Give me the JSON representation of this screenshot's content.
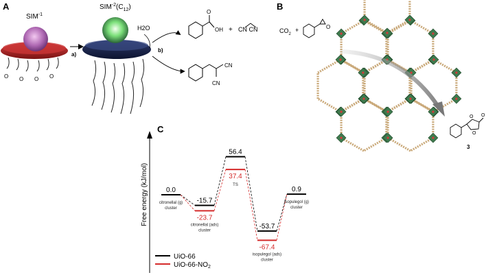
{
  "panel_a": {
    "label": "A",
    "sim1_label": "SIM",
    "sim1_sup": "-1",
    "sim2_label": "SIM",
    "sim2_sup": "-2",
    "sim2_suffix": "(C",
    "sim2_sub": "12",
    "sim2_close": ")",
    "water_label": "H2O",
    "arrow_a_label": "a)",
    "arrow_b_label": "b)",
    "plus": "+",
    "carboxyl_label": "OH",
    "carbonyl_o": "O",
    "malononitrile_label": "CN  CN",
    "product_cn_top": "CN",
    "product_cn_bottom": "CN",
    "ring_o": "O"
  },
  "panel_b": {
    "label": "B",
    "co2_label": "CO",
    "co2_sub": "2",
    "plus": "+",
    "epoxide_o": "O",
    "product_o_ring": "O",
    "product_o_ring2": "O",
    "product_o_carbonyl": "O",
    "product_number": "3",
    "colors": {
      "node": "#3f7a4e",
      "linker": "#c9a878",
      "arrow": "#8e8e8e"
    }
  },
  "panel_c": {
    "label": "C",
    "ylabel": "Free energy (kJ/mol)",
    "legend": [
      {
        "name": "UiO-66",
        "color": "#000000"
      },
      {
        "name": "UiO-66-NO",
        "sub": "2",
        "color": "#d42a2a"
      }
    ],
    "chart_data": {
      "type": "energy-profile",
      "states": [
        {
          "label": [
            "citronellal (g)",
            "cluster"
          ],
          "uio66": 0.0,
          "uio66_no2": null
        },
        {
          "label": [
            "citronellal (ads)",
            "cluster"
          ],
          "uio66": -15.7,
          "uio66_no2": -23.7
        },
        {
          "label": [
            "TS"
          ],
          "uio66": 56.4,
          "uio66_no2": 37.4
        },
        {
          "label": [
            "isopulegol (ads)",
            "cluster"
          ],
          "uio66": -53.7,
          "uio66_no2": -67.4
        },
        {
          "label": [
            "isopulegol (g)",
            "cluster"
          ],
          "uio66": 0.9,
          "uio66_no2": null
        }
      ],
      "value_labels": {
        "uio66": [
          "0.0",
          "-15.7",
          "56.4",
          "-53.7",
          "0.9"
        ],
        "uio66_no2": [
          "",
          "-23.7",
          "37.4",
          "-67.4",
          ""
        ]
      },
      "series": [
        {
          "name": "UiO-66",
          "key": "uio66",
          "color": "#000000"
        },
        {
          "name": "UiO-66-NO2",
          "key": "uio66_no2",
          "color": "#d42a2a"
        }
      ]
    }
  }
}
